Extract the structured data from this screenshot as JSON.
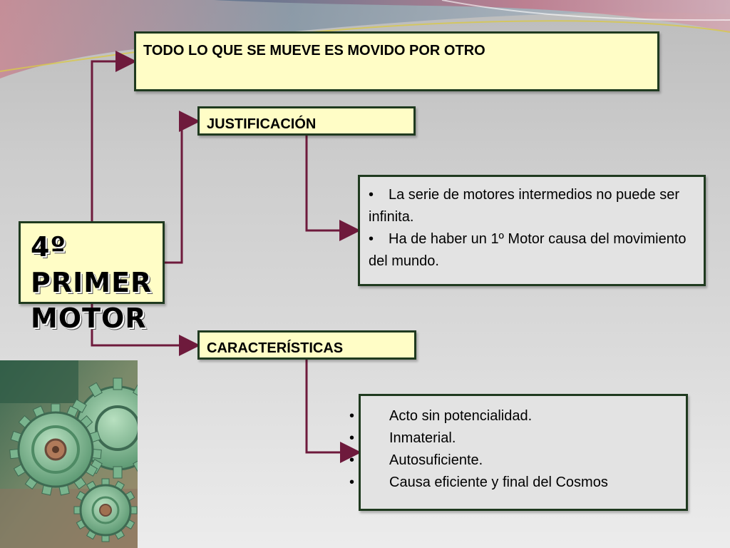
{
  "diagram": {
    "center_node": {
      "line1": "4º PRIMER",
      "line2": "MOTOR"
    },
    "nodes": {
      "principle": "TODO LO QUE SE MUEVE ES MOVIDO POR OTRO",
      "justification": "JUSTIFICACIÓN",
      "characteristics": "CARACTERÍSTICAS"
    },
    "justification_items": [
      "La serie de motores intermedios no puede ser infinita.",
      "Ha de haber un 1º Motor causa del movimiento del mundo."
    ],
    "characteristics_items": [
      "Acto sin potencialidad.",
      "Inmaterial.",
      "Autosuficiente.",
      "Causa eficiente y final del Cosmos"
    ],
    "bullet_symbol": "•"
  },
  "colors": {
    "box_fill": "#fffdc6",
    "list_fill": "#e3e3e3",
    "border": "#1f3a1f",
    "connector": "#6e1a3c"
  },
  "icons": [
    "gears-photo-icon"
  ]
}
